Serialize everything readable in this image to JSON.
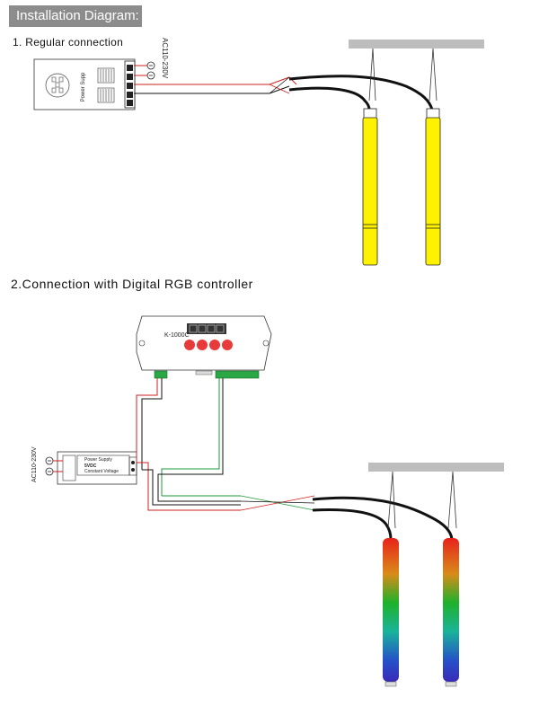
{
  "header": {
    "title": "Installation Diagram:"
  },
  "section1": {
    "title": "1. Regular connection",
    "psu_label": "Power Supp",
    "ac_label": "AC110-230V"
  },
  "section2": {
    "title": "2.Connection with Digital  RGB  controller",
    "controller_model": "K-1000C",
    "psu_line1": "Power Supply",
    "psu_line2": "5VDC",
    "psu_line3": "Constant Voltage",
    "ac_label": "AC110-230V"
  },
  "colors": {
    "header_bg": "#8c8c8c",
    "rail": "#bdbdbd",
    "tube_yellow": "#fff200",
    "wire_red": "#d22020",
    "wire_green": "#1f9a3a",
    "wire_black": "#111111",
    "button_red": "#e8393b"
  }
}
